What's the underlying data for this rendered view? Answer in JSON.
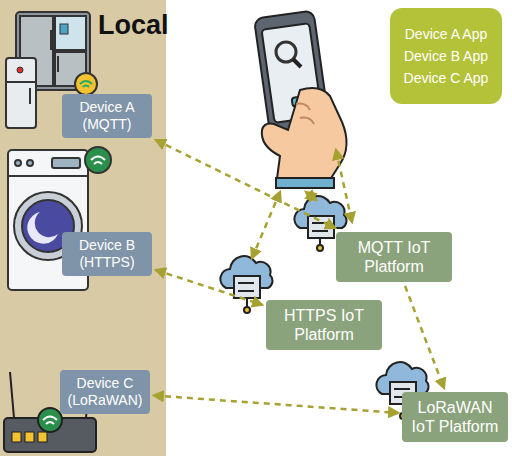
{
  "diagram": {
    "nodes": [
      {
        "text": [
          "Local"
        ]
      },
      {
        "text": [
          "Device A (MQTT)"
        ],
        "in": 0
      },
      {
        "text": [
          "Device B (HTTPS)"
        ],
        "in": 0
      },
      {
        "text": [
          "Device C (LoRaWAN)"
        ],
        "in": 0
      },
      {
        "text": [
          "Device A App",
          "Device B App",
          "Device C App"
        ]
      },
      {
        "text": [
          "MQTT IoT Platform"
        ]
      },
      {
        "text": [
          "HTTPS IoT Platform"
        ]
      },
      {
        "text": [
          "LoRaWAN IoT Platform"
        ]
      }
    ],
    "edges": [
      {
        "from": 1,
        "to": 5,
        "arrow": "both"
      },
      {
        "from": 2,
        "to": 6,
        "arrow": "both"
      },
      {
        "from": 3,
        "to": 7,
        "arrow": "both"
      },
      {
        "from": 5,
        "to": 7,
        "arrow": "to"
      }
    ]
  }
}
